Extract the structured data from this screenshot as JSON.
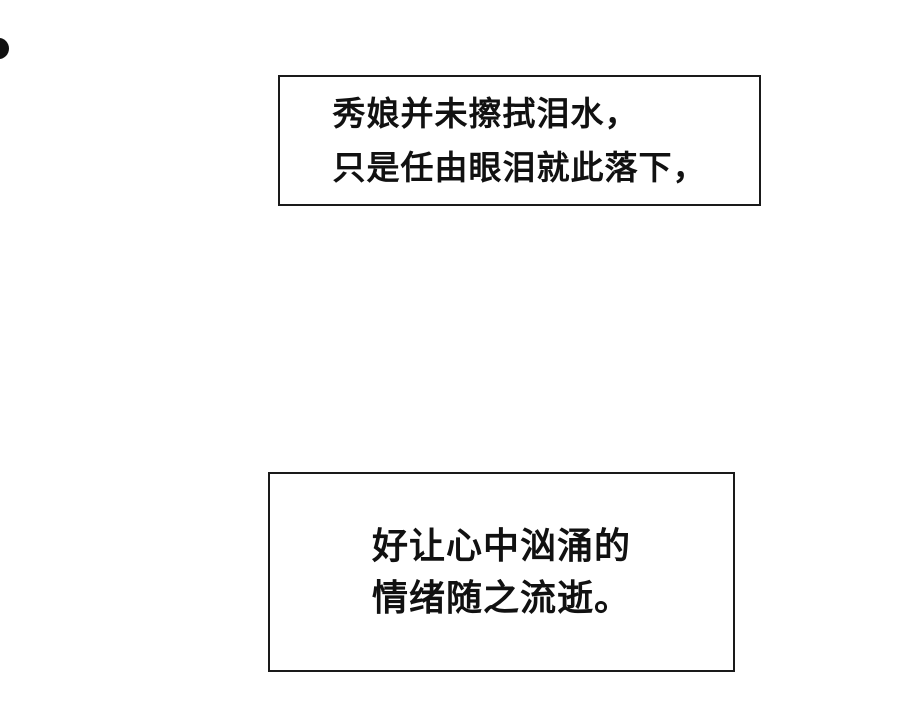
{
  "colors": {
    "background": "#ffffff",
    "text": "#111111",
    "box_border": "#1a1a1a",
    "ink_dot": "#111111"
  },
  "comic": {
    "narration_top": {
      "lines": [
        "秀娘并未擦拭泪水，",
        "只是任由眼泪就此落下，"
      ]
    },
    "narration_bottom": {
      "lines": [
        "好让心中汹涌的",
        "情绪随之流逝。"
      ]
    }
  }
}
